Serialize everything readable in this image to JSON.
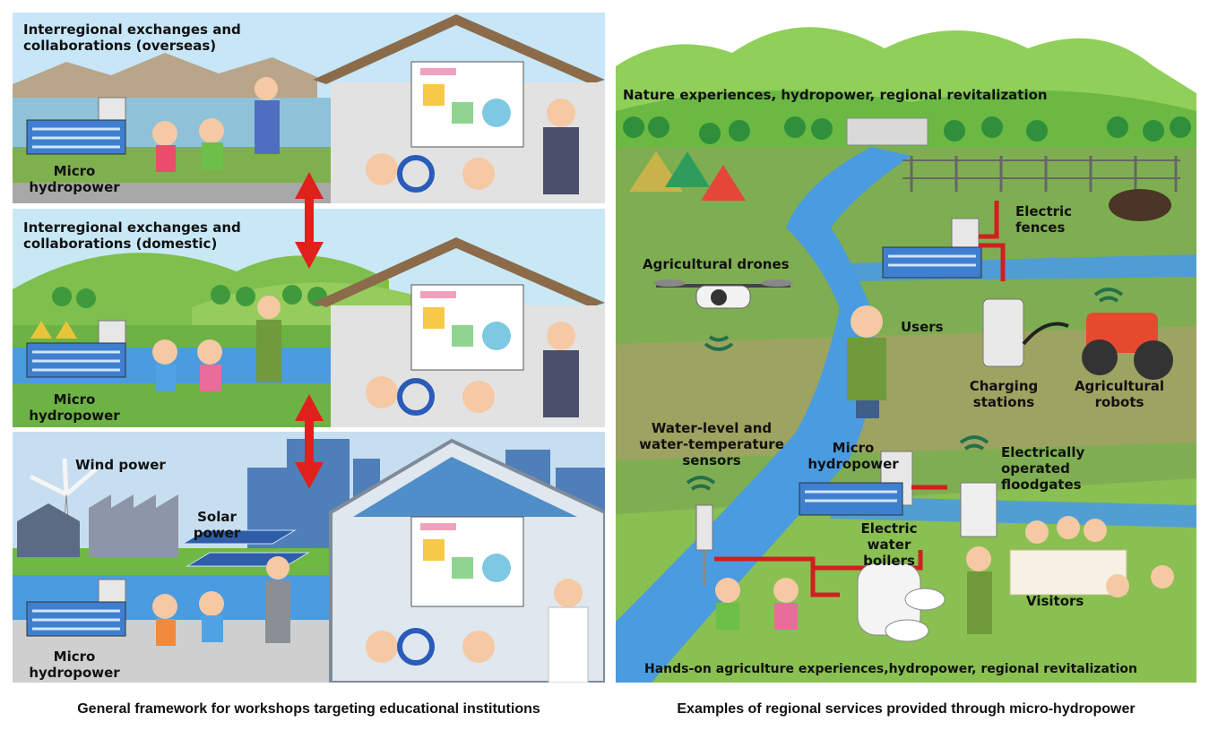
{
  "left": {
    "panel_top": {
      "title": "Interregional exchanges and collaborations (overseas)",
      "hydro_label": "Micro hydropower"
    },
    "panel_mid": {
      "title": "Interregional exchanges and collaborations (domestic)",
      "hydro_label": "Micro hydropower"
    },
    "panel_bottom": {
      "wind_label": "Wind power",
      "solar_label": "Solar power",
      "hydro_label": "Micro hydropower"
    },
    "caption": "General framework for workshops targeting educational institutions"
  },
  "right": {
    "top_title": "Nature experiences, hydropower, regional revitalization",
    "electric_fences": "Electric fences",
    "agricultural_drones": "Agricultural drones",
    "users": "Users",
    "charging_stations": "Charging stations",
    "agricultural_robots": "Agricultural robots",
    "sensors": "Water-level and water-temperature sensors",
    "micro_hydropower": "Micro hydropower",
    "floodgates": "Electrically operated floodgates",
    "water_boilers": "Electric water boilers",
    "visitors": "Visitors",
    "bottom_title": "Hands-on agriculture experiences,hydropower, regional revitalization",
    "caption": "Examples of regional services provided through micro-hydropower"
  },
  "colors": {
    "sky": "#bfe3f5",
    "grass": "#6fb843",
    "river": "#4a9be0",
    "arrow": "#e0201b",
    "cable": "#d11f1f"
  }
}
